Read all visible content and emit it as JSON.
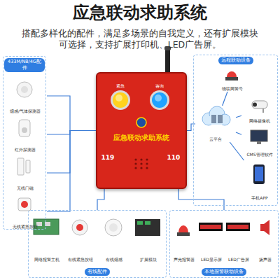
{
  "diagram": {
    "title": "应急联动求助系统",
    "nodes": [
      {
        "text": [
          "433M/NB/4G配件"
        ]
      },
      {
        "text": [
          "烟感/气体探测器"
        ],
        "in": 0
      },
      {
        "text": [
          "红外探测器"
        ],
        "in": 0
      },
      {
        "text": [
          "无线门磁"
        ],
        "in": 0
      },
      {
        "text": [
          "无线紧急按钮"
        ],
        "in": 0
      },
      {
        "text": [
          "应急联动求助系统"
        ]
      },
      {
        "text": [
          "远程联动设备"
        ]
      },
      {
        "text": [
          "物联网警号"
        ],
        "in": 6
      },
      {
        "text": [
          "云平台"
        ],
        "in": 6
      },
      {
        "text": [
          "网络摄像机"
        ],
        "in": 6
      },
      {
        "text": [
          "CMS管理软件"
        ],
        "in": 6
      },
      {
        "text": [
          "手机APP"
        ],
        "in": 6
      },
      {
        "text": [
          "有线配件"
        ]
      },
      {
        "text": [
          "网络报警主机"
        ],
        "in": 12
      },
      {
        "text": [
          "有线紧急按钮"
        ],
        "in": 12
      },
      {
        "text": [
          "有线烟感"
        ],
        "in": 12
      },
      {
        "text": [
          "扩展模块"
        ],
        "in": 12
      },
      {
        "text": [
          "本地报警联动设备"
        ]
      },
      {
        "text": [
          "声光报警器"
        ],
        "in": 17
      },
      {
        "text": [
          "LED显示屏"
        ],
        "in": 17
      },
      {
        "text": [
          "LED广告屏"
        ],
        "in": 17
      },
      {
        "text": [
          "扬声器"
        ],
        "in": 17
      }
    ],
    "edges": [
      {
        "from": 1,
        "to": 5,
        "arrow": "none"
      },
      {
        "from": 2,
        "to": 5,
        "arrow": "none"
      },
      {
        "from": 3,
        "to": 5,
        "arrow": "none"
      },
      {
        "from": 4,
        "to": 5,
        "arrow": "none"
      },
      {
        "from": 5,
        "to": 8,
        "arrow": "none"
      },
      {
        "from": 8,
        "to": 7,
        "arrow": "none"
      },
      {
        "from": 8,
        "to": 9,
        "arrow": "none"
      },
      {
        "from": 8,
        "to": 10,
        "arrow": "none"
      },
      {
        "from": 8,
        "to": 11,
        "arrow": "none"
      },
      {
        "from": 5,
        "to": 12,
        "arrow": "none"
      },
      {
        "from": 5,
        "to": 17,
        "arrow": "none"
      }
    ],
    "labels": [
      "搭配多样化的配件，满足多场景的自我定义，还有扩展模块可选择，支持扩展打印机、LED广告屏。",
      "紧急",
      "咨询",
      "119",
      "110"
    ]
  }
}
